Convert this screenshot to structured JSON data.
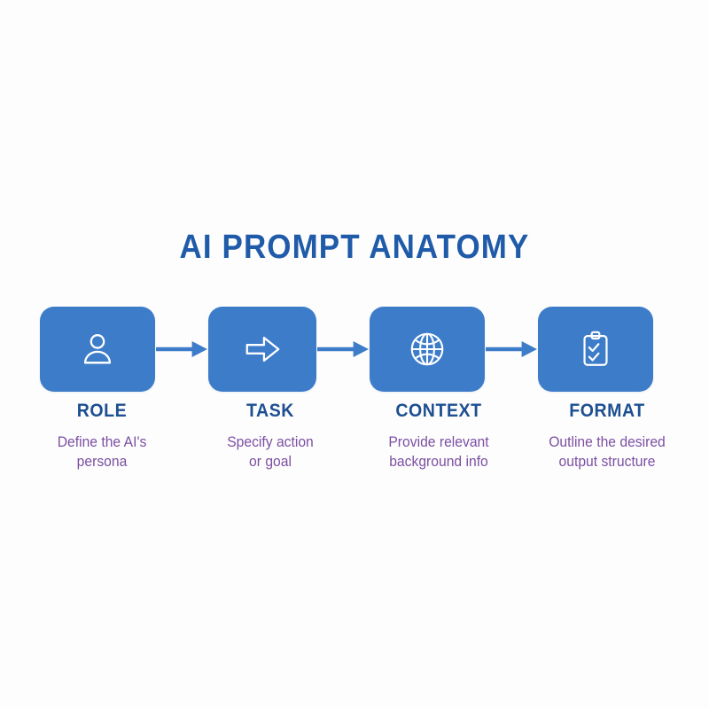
{
  "title": "AI PROMPT ANATOMY",
  "colors": {
    "background": "#fdfdfd",
    "card_blue": "#3d7cc9",
    "title_blue": "#1f5ba8",
    "label_navy": "#1d4f91",
    "description_purple": "#7c4fa2",
    "icon_white": "#ffffff",
    "arrow_blue": "#3d7cc9"
  },
  "steps": [
    {
      "label": "ROLE",
      "description": "Define the AI's persona",
      "description_lines": [
        "Define the AI's",
        "persona"
      ],
      "icon": "person-icon"
    },
    {
      "label": "TASK",
      "description": "Specify action or goal",
      "description_lines": [
        "Specify action",
        "or goal"
      ],
      "icon": "right-block-arrow-icon"
    },
    {
      "label": "CONTEXT",
      "description": "Provide relevant background info",
      "description_lines": [
        "Provide relevant",
        "background info"
      ],
      "icon": "globe-icon"
    },
    {
      "label": "FORMAT",
      "description": "Outline the desired output structure",
      "description_lines": [
        "Outline the desired",
        "output structure"
      ],
      "icon": "clipboard-check-icon"
    }
  ],
  "connectors": [
    {
      "name": "arrow-role-to-task"
    },
    {
      "name": "arrow-task-to-context"
    },
    {
      "name": "arrow-context-to-format"
    }
  ]
}
